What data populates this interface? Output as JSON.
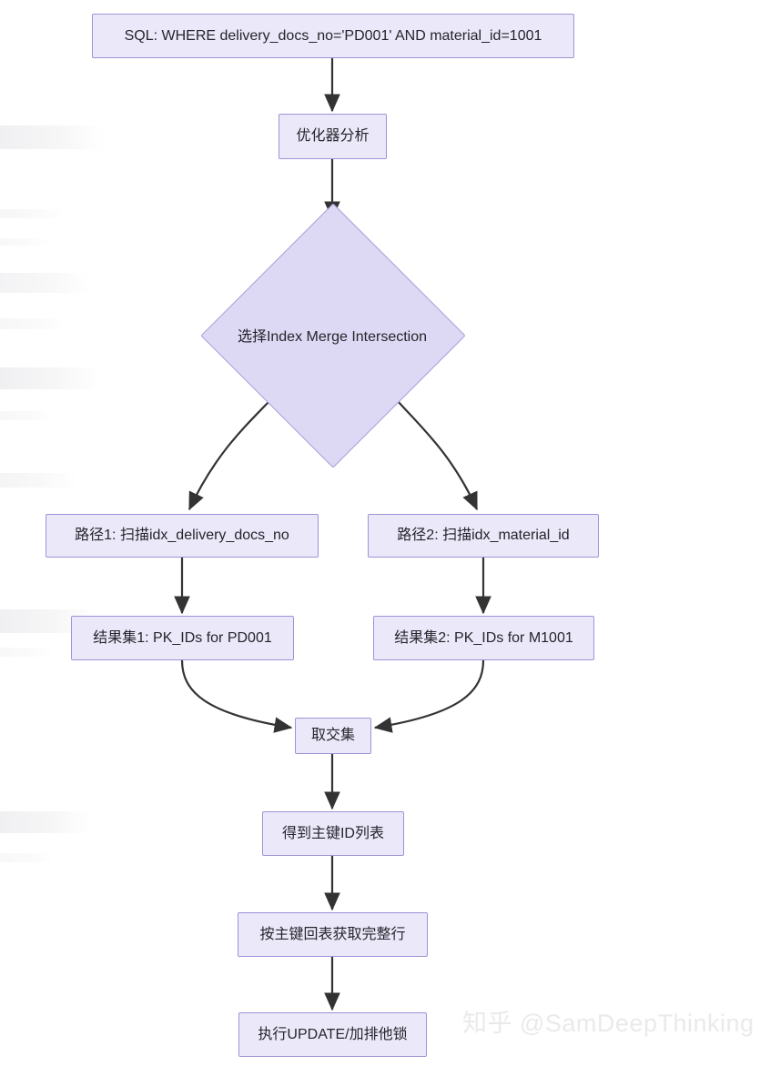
{
  "diagram": {
    "type": "flowchart",
    "direction": "top-down",
    "theme": {
      "node_fill": "#ebe8fa",
      "node_border": "#9f92d6",
      "decision_fill": "#ddd9f4",
      "decision_border": "#a79bda",
      "edge_color": "#333333",
      "text_color": "#25252b",
      "background": "#ffffff"
    },
    "nodes": [
      {
        "id": "sql",
        "shape": "rect",
        "label": "SQL: WHERE delivery_docs_no='PD001' AND material_id=1001"
      },
      {
        "id": "optimizer",
        "shape": "rect",
        "label": "优化器分析"
      },
      {
        "id": "decision",
        "shape": "diamond",
        "label": "选择Index Merge Intersection"
      },
      {
        "id": "path1",
        "shape": "rect",
        "label": "路径1: 扫描idx_delivery_docs_no"
      },
      {
        "id": "path2",
        "shape": "rect",
        "label": "路径2: 扫描idx_material_id"
      },
      {
        "id": "result1",
        "shape": "rect",
        "label": "结果集1: PK_IDs for PD001"
      },
      {
        "id": "result2",
        "shape": "rect",
        "label": "结果集2: PK_IDs for M1001"
      },
      {
        "id": "intersect",
        "shape": "rect",
        "label": "取交集"
      },
      {
        "id": "pklist",
        "shape": "rect",
        "label": "得到主键ID列表"
      },
      {
        "id": "rowback",
        "shape": "rect",
        "label": "按主键回表获取完整行"
      },
      {
        "id": "update",
        "shape": "rect",
        "label": "执行UPDATE/加排他锁"
      }
    ],
    "edges": [
      {
        "from": "sql",
        "to": "optimizer",
        "style": "straight-down"
      },
      {
        "from": "optimizer",
        "to": "decision",
        "style": "straight-down"
      },
      {
        "from": "decision",
        "to": "path1",
        "style": "curve-left"
      },
      {
        "from": "decision",
        "to": "path2",
        "style": "curve-right"
      },
      {
        "from": "path1",
        "to": "result1",
        "style": "straight-down"
      },
      {
        "from": "path2",
        "to": "result2",
        "style": "straight-down"
      },
      {
        "from": "result1",
        "to": "intersect",
        "style": "curve-right-in"
      },
      {
        "from": "result2",
        "to": "intersect",
        "style": "curve-left-in"
      },
      {
        "from": "intersect",
        "to": "pklist",
        "style": "straight-down"
      },
      {
        "from": "pklist",
        "to": "rowback",
        "style": "straight-down"
      },
      {
        "from": "rowback",
        "to": "update",
        "style": "straight-down"
      }
    ]
  },
  "watermark": {
    "text": "知乎 @SamDeepThinking"
  }
}
